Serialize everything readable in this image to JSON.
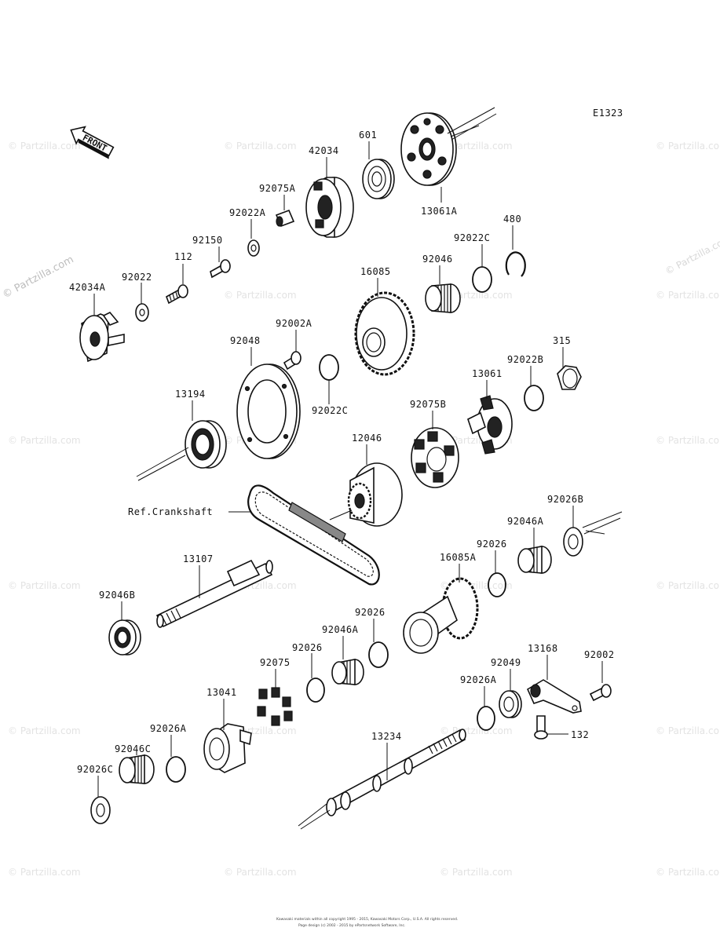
{
  "diagram_code": "E1323",
  "front_label": "FRONT",
  "watermark_text": "© Partzilla.com",
  "reference_label": "Ref.Crankshaft",
  "part_labels": {
    "p42034": "42034",
    "p601": "601",
    "p13061A": "13061A",
    "p92075A": "92075A",
    "p92022A": "92022A",
    "p92150": "92150",
    "p112": "112",
    "p92022": "92022",
    "p42034A": "42034A",
    "p480": "480",
    "p92022C_top": "92022C",
    "p92046": "92046",
    "p16085": "16085",
    "p92002A": "92002A",
    "p92048": "92048",
    "p92022C_mid": "92022C",
    "p315": "315",
    "p92022B": "92022B",
    "p13061": "13061",
    "p13194": "13194",
    "p92075B": "92075B",
    "p12046": "12046",
    "p92026B": "92026B",
    "p92046A_right": "92046A",
    "p92026_right": "92026",
    "p16085A": "16085A",
    "p13107": "13107",
    "p92046B": "92046B",
    "p92026_mid": "92026",
    "p92046A_mid": "92046A",
    "p92026_left": "92026",
    "p92075": "92075",
    "p13168": "13168",
    "p92002": "92002",
    "p92049": "92049",
    "p92026A_right": "92026A",
    "p132": "132",
    "p13041": "13041",
    "p92026A_left": "92026A",
    "p92046C": "92046C",
    "p92026C": "92026C",
    "p13234": "13234"
  },
  "copyright_line1": "Kawasaki materials within all copyright 1995 - 2015, Kawasaki Motors Corp., U.S.A. All rights reserved.",
  "copyright_line2": "Page design (c) 2002 - 2015 by ePartsnetwork Software, Inc."
}
